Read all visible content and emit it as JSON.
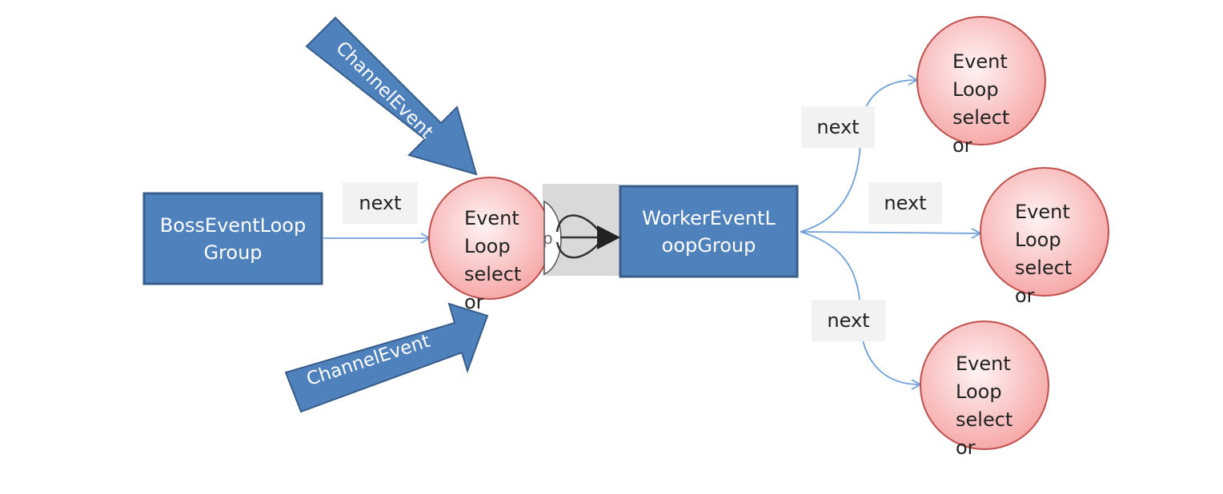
{
  "colors": {
    "box_fill": "#4f81bd",
    "box_border": "#385d8a",
    "node_fill_center": "#fff1f1",
    "node_fill_edge": "#f7a9a9",
    "node_border": "#c0504d",
    "connector": "#6f9fd6",
    "label_bg": "#f2f2f2",
    "overlay_gray": "#d9d9d9"
  },
  "boss_group": {
    "lines": [
      "BossEventLoop",
      "Group"
    ]
  },
  "worker_group": {
    "lines": [
      "WorkerEventL",
      "oopGroup"
    ]
  },
  "boss_event_loop": {
    "lines": [
      "Event",
      "Loop",
      "select",
      "or"
    ],
    "overlay_letter": "p"
  },
  "channel_events": [
    {
      "label": "ChannelEvent"
    },
    {
      "label": "ChannelEvent"
    }
  ],
  "edge_labels": [
    {
      "text": "next"
    },
    {
      "text": "next"
    },
    {
      "text": "next"
    },
    {
      "text": "next"
    }
  ],
  "worker_event_loops": [
    {
      "lines": [
        "Event",
        "Loop",
        "select",
        "or"
      ]
    },
    {
      "lines": [
        "Event",
        "Loop",
        "select",
        "or"
      ]
    },
    {
      "lines": [
        "Event",
        "Loop",
        "select",
        "or"
      ]
    }
  ]
}
